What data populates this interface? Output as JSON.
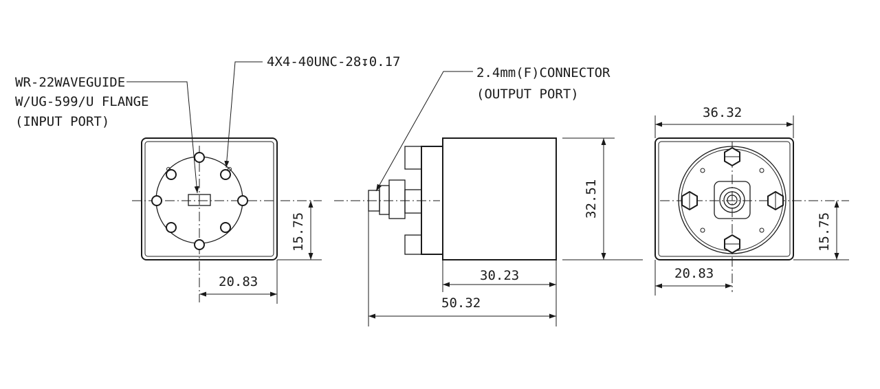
{
  "labels": {
    "waveguide_line1": "WR-22WAVEGUIDE",
    "waveguide_line2": "W/UG-599/U FLANGE",
    "waveguide_line3": "(INPUT PORT)",
    "screw_callout": "4X4-40UNC-28↧0.17",
    "connector_line1": "2.4mm(F)CONNECTOR",
    "connector_line2": "(OUTPUT PORT)"
  },
  "dimensions": {
    "left_width": "20.83",
    "left_height": "15.75",
    "side_body_length": "30.23",
    "side_total_length": "50.32",
    "side_height": "32.51",
    "right_width": "36.32",
    "right_height": "15.75",
    "right_offset": "20.83"
  }
}
